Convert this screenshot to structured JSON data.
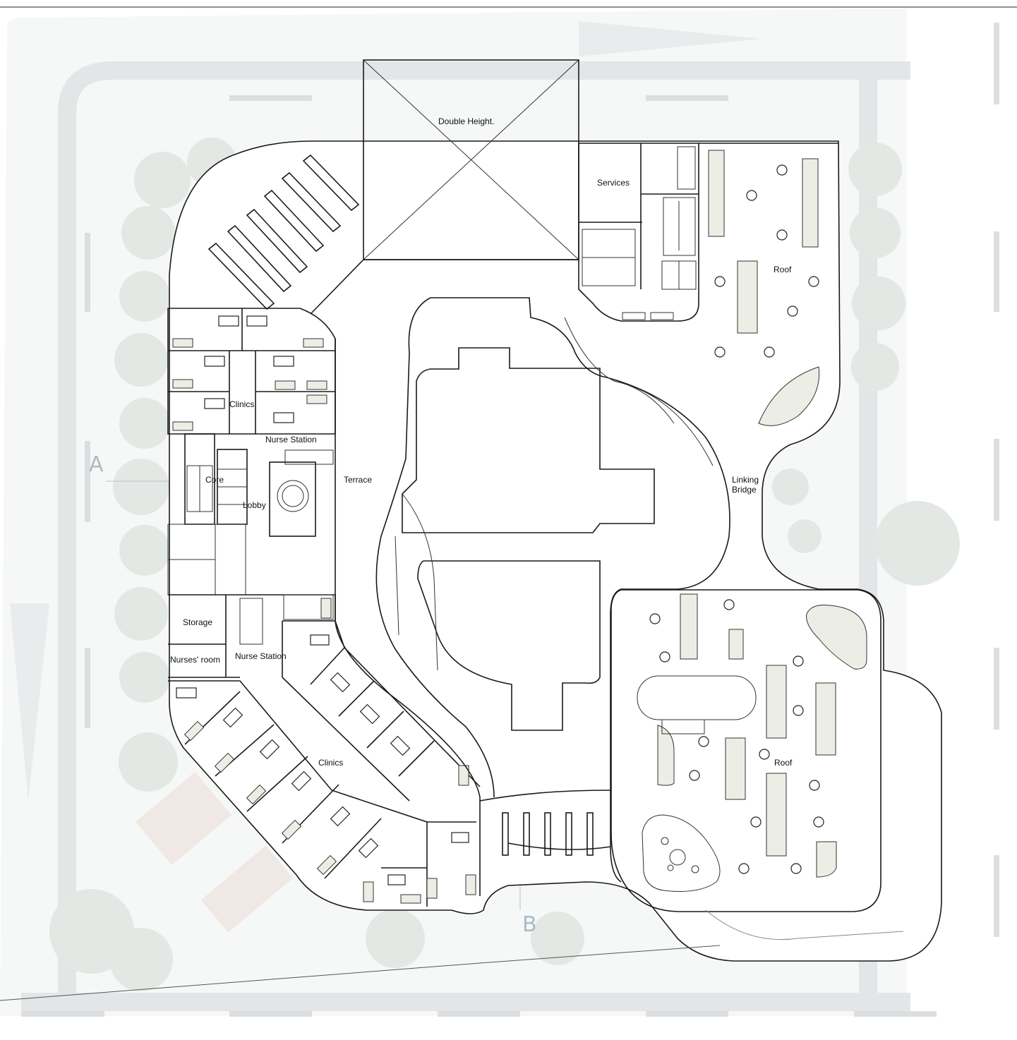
{
  "labels": {
    "double_height": "Double Height.",
    "services": "Services",
    "roof_top": "Roof",
    "clinics_top": "Clinics",
    "nurse_station_top": "Nurse Station",
    "core": "Core",
    "lobby": "Lobby",
    "terrace": "Terrace",
    "linking_bridge_1": "Linking",
    "linking_bridge_2": "Bridge",
    "storage": "Storage",
    "nurses_room": "Nurses' room",
    "nurse_station_bottom": "Nurse Station",
    "clinics_bottom": "Clinics",
    "roof_bottom": "Roof",
    "grid_a": "A",
    "grid_b": "B"
  },
  "colors": {
    "background": "#ffffff",
    "site_ground": "#f6f7f7",
    "road": "#e3e5e6",
    "tree": "#e4e8e4",
    "planter": "#eceee5",
    "grid_marker": "#a9bcc6",
    "linework": "#1a1a1a"
  }
}
